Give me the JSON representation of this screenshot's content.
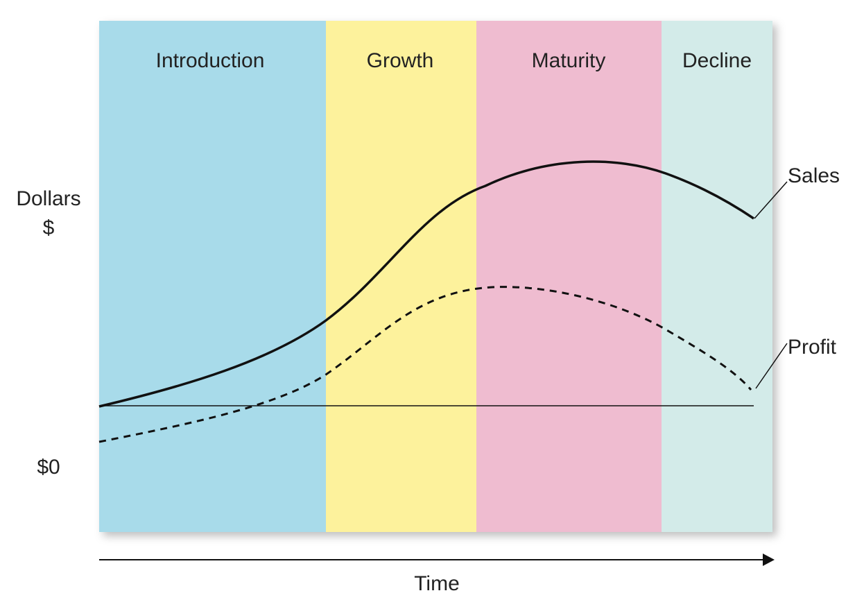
{
  "stages": [
    {
      "label": "Introduction",
      "color": "#a8dbea"
    },
    {
      "label": "Growth",
      "color": "#fdf29c"
    },
    {
      "label": "Maturity",
      "color": "#efbcd0"
    },
    {
      "label": "Decline",
      "color": "#d3ebe9"
    }
  ],
  "y_axis": {
    "label_line1": "Dollars",
    "label_line2": "$",
    "zero_label": "$0"
  },
  "x_axis": {
    "label": "Time"
  },
  "curves": {
    "sales": {
      "label": "Sales",
      "style": "solid",
      "color": "#111111"
    },
    "profit": {
      "label": "Profit",
      "style": "dashed",
      "color": "#111111"
    }
  }
}
